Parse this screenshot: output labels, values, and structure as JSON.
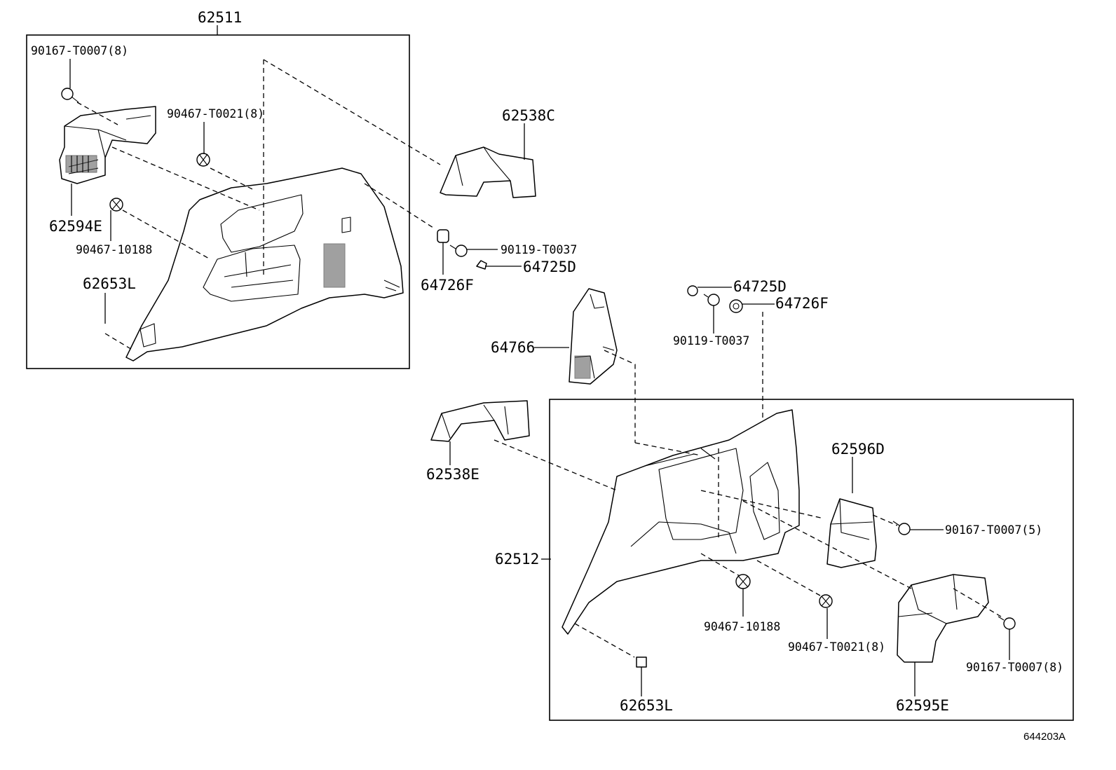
{
  "diagram": {
    "ref_code": "644203A",
    "groups": [
      {
        "id": "upper-left",
        "label": "62511"
      },
      {
        "id": "lower-right",
        "label": "62512"
      }
    ],
    "labels": {
      "p62511": "62511",
      "p90167_a": "90167-T0007(8)",
      "p90467_t_a": "90467-T0021(8)",
      "p62594E": "62594E",
      "p90467_10188_a": "90467-10188",
      "p62653L_a": "62653L",
      "p62538C": "62538C",
      "p90119_a": "90119-T0037",
      "p64725D_a": "64725D",
      "p64726F_a": "64726F",
      "p64725D_b": "64725D",
      "p64726F_b": "64726F",
      "p90119_b": "90119-T0037",
      "p64766": "64766",
      "p62538E": "62538E",
      "p62596D": "62596D",
      "p90167_b": "90167-T0007(5)",
      "p62512": "62512",
      "p90467_10188_b": "90467-10188",
      "p90467_t_b": "90467-T0021(8)",
      "p90167_c": "90167-T0007(8)",
      "p62653L_b": "62653L",
      "p62595E": "62595E"
    }
  }
}
